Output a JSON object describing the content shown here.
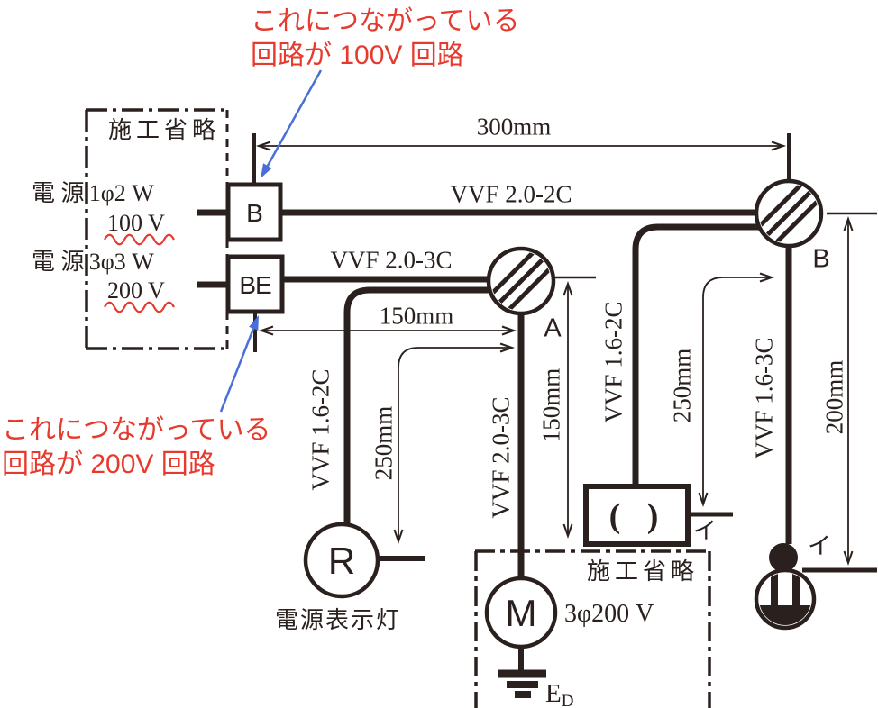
{
  "colors": {
    "ink": "#2a211e",
    "annotation_red": "#e73a2e",
    "arrow_blue": "#4a6fd8"
  },
  "annotations": {
    "top_100v": {
      "line1": "これにつながっている",
      "line2": "回路が 100V 回路"
    },
    "bottom_200v": {
      "line1": "これにつながっている",
      "line2": "回路が 200V 回路"
    }
  },
  "source_panel": {
    "label": "施工省略",
    "circuit_100v": {
      "name": "電 源",
      "phase": "1φ2 W",
      "voltage": "100 V",
      "breaker": "B"
    },
    "circuit_200v": {
      "name": "電 源",
      "phase": "3φ3 W",
      "voltage": "200 V",
      "breaker": "BE"
    }
  },
  "cables": {
    "b_to_junction": "VVF 2.0-2C",
    "be_to_junction": "VVF 2.0-3C",
    "junction_a_down": "VVF 2.0-3C",
    "lamp_branch": "VVF 1.6-2C",
    "switch_branch": "VVF 1.6-2C",
    "light_branch": "VVF 1.6-3C"
  },
  "dimensions": {
    "top": "300mm",
    "be_to_a": "150mm",
    "lamp_offset": "250mm",
    "a_down": "150mm",
    "switch_offset": "250mm",
    "light_down": "200mm"
  },
  "junctions": {
    "a": "A",
    "b": "B"
  },
  "devices": {
    "pilot_lamp": {
      "symbol": "R",
      "caption": "電源表示灯"
    },
    "motor": {
      "symbol": "M",
      "rating": "3φ200 V"
    },
    "ground": {
      "label_main": "E",
      "label_sub": "D"
    },
    "switch": {
      "content": "( )",
      "circuit": "イ"
    },
    "ceiling_light": {
      "circuit": "イ"
    },
    "omitted_area": {
      "label": "施工省略"
    }
  }
}
